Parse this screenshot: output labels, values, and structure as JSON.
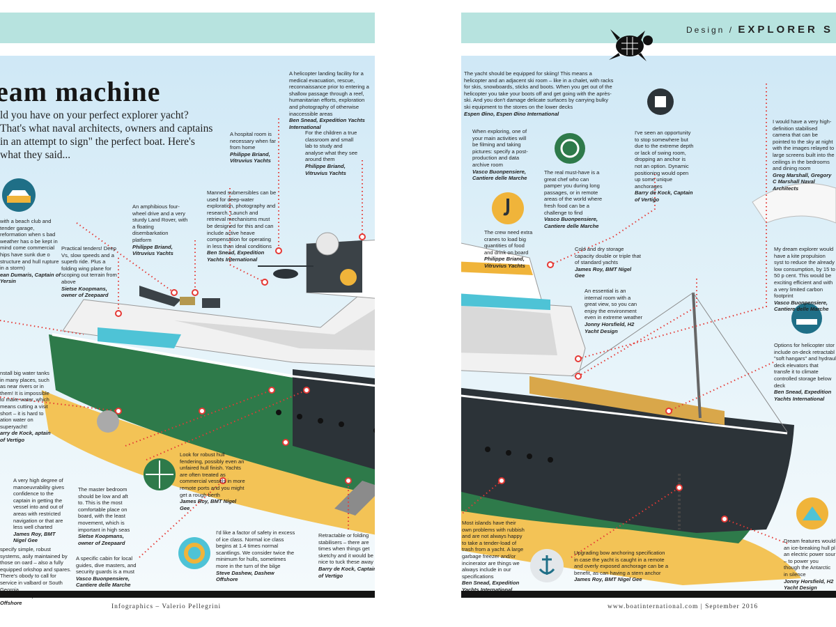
{
  "header": {
    "section": "Design /",
    "title": "EXPLORER S"
  },
  "headline": "eam machine",
  "intro": "ld you have on your perfect explorer yacht? That's what naval architects, owners and captains in an attempt to sign\" the perfect boat. Here's what they said...",
  "callouts": {
    "beach_club": {
      "text": "with a beach club and tender garage, reformation when s bad weather has o be kept in mind come commercial hips have sunk due o structure and hull rupture in a storm)",
      "source": "ean Dumaris, Captain of Yersin"
    },
    "tenders": {
      "text": "Practical tenders! Deep Vs, slow speeds and a superb ride. Plus a folding wing plane for scoping out terrain from above",
      "source": "Sietse Koopmans, owner of Zeepaard"
    },
    "land_rover": {
      "text": "An amphibious four-wheel drive and a very sturdy Land Rover, with a floating disembarkation platform",
      "source": "Philippe Briand, Vitruvius Yachts"
    },
    "hospital": {
      "text": "A hospital room is necessary when far from home",
      "source": "Philippe Briand, Vitruvius Yachts"
    },
    "submersibles": {
      "text": "Manned submersibles can be used for deep-water exploration, photography and research. Launch and retrieval mechanisms must be designed for this and can include active heave compensation for operating in less than ideal conditions",
      "source": "Ben Snead, Expedition Yachts International"
    },
    "helipad": {
      "text": "A helicopter landing facility for a medical evacuation, rescue, reconnaissance prior to entering a shallow passage through a reef, humanitarian efforts, exploration and photography of otherwise inaccessible areas",
      "source": "Ben Snead, Expedition Yachts International"
    },
    "children": {
      "text": "For the children a true classroom and small lab to study and analyse what they see around them",
      "source": "Philippe Briand, Vitruvius Yachts"
    },
    "skiing": {
      "text": "The yacht should be equipped for skiing! This means a helicopter and an adjacent ski room – like in a chalet, with racks for skis, snowboards, sticks and boots. When you get out of the helicopter you take your boots off and get going with the après-ski. And you don't damage delicate surfaces by carrying bulky ski equipment to the stores on the lower decks",
      "source": "Espen Øino, Espen Øino International"
    },
    "filming": {
      "text": "When exploring, one of your main activities will be filming and taking pictures: specify a post-production and data archive room",
      "source": "Vasco Buonpensiere, Cantiere delle Marche"
    },
    "chef": {
      "text": "The real must-have is a great chef who can pamper you during long passages, or in remote areas of the world where fresh food can be a challenge to find",
      "source": "Vasco Buonpensiere, Cantiere delle Marche"
    },
    "anchoring": {
      "text": "I've seen an opportunity to stop somewhere but due to the extreme depth or lack of swing room, dropping an anchor is not an option. Dynamic positioning would open up some unique anchorages",
      "source": "Barry de Kock, Captain of Vertigo"
    },
    "camera": {
      "text": "I would have a very high-definition stabilised camera that can be pointed to the sky at night with the images relayed to large screens built into the ceilings in the bedrooms and dining room",
      "source": "Greg Marshall, Gregory C Marshall Naval Architects"
    },
    "cranes": {
      "text": "The crew need extra cranes to load big quantities of food and drink on board",
      "source": "Philippe Briand, Vitruvius Yachts"
    },
    "cold_storage": {
      "text": "Cold and dry storage capacity double or triple that of standard yachts",
      "source": "James Roy, BMT Nigel Gee"
    },
    "internal_room": {
      "text": "An essential is an internal room with a great view, so you can enjoy the environment even in extreme weather",
      "source": "Jonny Horsfield, H2 Yacht Design"
    },
    "kite": {
      "text": "My dream explorer would have a kite propulsion syst to reduce the already low consumption, by 15 to 50 p cent. This would be exciting efficient and with a very limited carbon footprint",
      "source": "Vasco Buonpensiere, Cantiere delle Marche"
    },
    "heli_storage": {
      "text": "Options for helicopter stor include on-deck retractabl \"soft hangars\" and hydraul deck elevators that transfe it to climate controlled storage below deck",
      "source": "Ben Snead, Expedition Yachts International"
    },
    "water_tanks": {
      "text": "nstall big water tanks in many places, such as near rivers or in them! It is impossible to make water, which means cutting a visit short – it is hard to ation water on superyacht!",
      "source": "arry de Kock, aptain of Vertigo"
    },
    "fendering": {
      "text": "Look for robust hull fendering, possibly even an unfaired hull finish. Yachts are often treated as commercial vessels in more remote ports and you might get a rough berth",
      "source": "James Roy, BMT Nigel Gee"
    },
    "manoeuvrability": {
      "text": "A very high degree of manoeuvrability gives confidence to the captain in getting the vessel into and out of areas with restricted navigation or that are less well charted",
      "source": "James Roy, BMT Nigel Gee"
    },
    "bedroom": {
      "text": "The master bedroom should be low and aft to. This is the most comfortable place on board, with the least movement, which is important in high seas",
      "source": "Sietse Koopmans, owner of Zeepaard"
    },
    "systems": {
      "text": "specify simple, robust systems, asily maintained by those on oard – also a fully equipped orkshop and spares. There's obody to call for service in valbard or South Georgia",
      "source": "teve Dashew, Dashew Offshore"
    },
    "cabin": {
      "text": "A specific cabin for local guides, dive masters, and security guards is a must",
      "source": "Vasco Buonpensiere, Cantiere delle Marche"
    },
    "ice": {
      "text": "I'd like a factor of safety in excess of ice class. Normal ice class begins at 1.4 times normal scantlings. We consider twice the minimum for hulls, sometimes more in the turn of the bilge",
      "source": "Steve Dashew, Dashew Offshore"
    },
    "stabilisers": {
      "text": "Retractable or folding stabilisers – there are times when things get sketchy and it would be nice to tuck these away",
      "source": "Barry de Kock, Captain of Vertigo"
    },
    "rubbish": {
      "text": "Most islands have their own problems with rubbish and are not always happy to take a tender-load of trash from a yacht. A large garbage freezer and/or incinerator are things we always include in our specifications",
      "source": "Ben Snead, Expedition Yachts International"
    },
    "bow_anchor": {
      "text": "Upgrading bow anchoring specification in case the yacht is caught in a remote and overly exposed anchorage can be a benefit, as can having a stern anchor",
      "source": "James Roy, BMT Nigel Gee"
    },
    "ice_breaking": {
      "text": "Dream features would an ice-breaking hull pl an electric power sour – to power you though the Antarctic in silence",
      "source": "Jonny Horsfield, H2 Yacht Design"
    }
  },
  "footer": {
    "left": "Infographics – Valerio Pellegrini",
    "right": "www.boatinternational.com | September 2016"
  },
  "colors": {
    "hull_green": "#2e7a4a",
    "hull_dark": "#2c3338",
    "waterline": "#f0b43a",
    "band": "#b7e3df",
    "callout_dots": "#e53935"
  }
}
